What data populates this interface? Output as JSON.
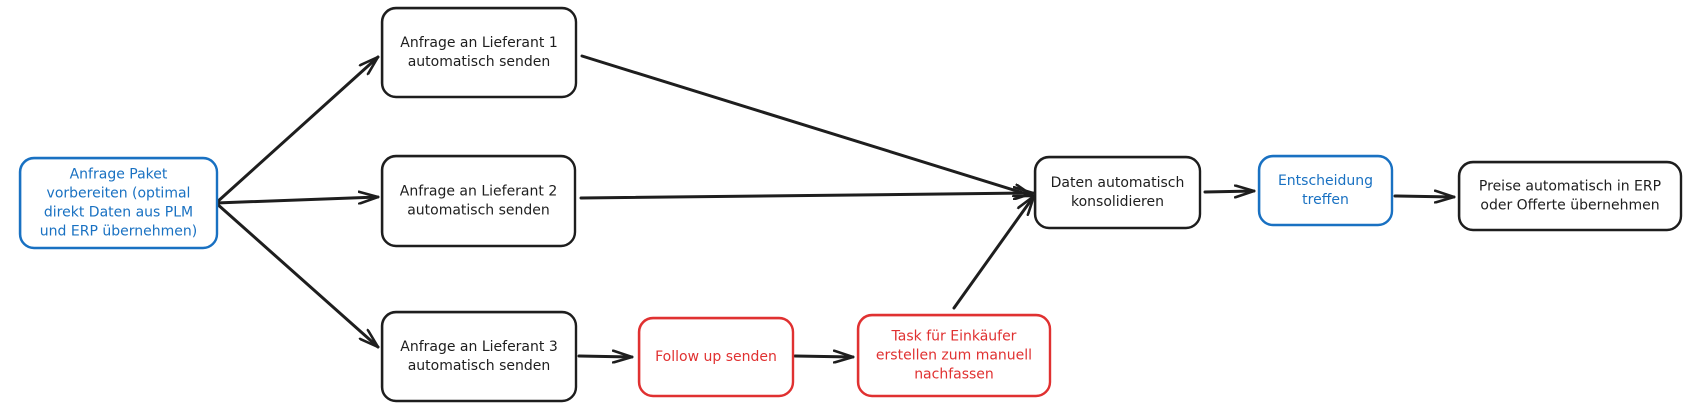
{
  "colors": {
    "default": "#1e1e1e",
    "blue": "#1971c2",
    "red": "#e03131",
    "background": "#ffffff"
  },
  "nodes": [
    {
      "id": "prepare",
      "lines": [
        "Anfrage Paket",
        "vorbereiten (optimal",
        "direkt Daten aus PLM",
        "und ERP übernehmen)"
      ],
      "color": "blue"
    },
    {
      "id": "supplier1",
      "lines": [
        "Anfrage an Lieferant 1",
        "automatisch senden"
      ],
      "color": "default"
    },
    {
      "id": "supplier2",
      "lines": [
        "Anfrage an Lieferant 2",
        "automatisch senden"
      ],
      "color": "default"
    },
    {
      "id": "supplier3",
      "lines": [
        "Anfrage an Lieferant 3",
        "automatisch senden"
      ],
      "color": "default"
    },
    {
      "id": "followup",
      "lines": [
        "Follow up senden"
      ],
      "color": "red"
    },
    {
      "id": "task",
      "lines": [
        "Task für Einkäufer",
        "erstellen zum manuell",
        "nachfassen"
      ],
      "color": "red"
    },
    {
      "id": "consolidate",
      "lines": [
        "Daten automatisch",
        "konsolidieren"
      ],
      "color": "default"
    },
    {
      "id": "decision",
      "lines": [
        "Entscheidung",
        "treffen"
      ],
      "color": "blue"
    },
    {
      "id": "prices",
      "lines": [
        "Preise automatisch in ERP",
        "oder Offerte übernehmen"
      ],
      "color": "default"
    }
  ],
  "edges": [
    {
      "from": "prepare",
      "to": "supplier1"
    },
    {
      "from": "prepare",
      "to": "supplier2"
    },
    {
      "from": "prepare",
      "to": "supplier3"
    },
    {
      "from": "supplier1",
      "to": "consolidate"
    },
    {
      "from": "supplier2",
      "to": "consolidate"
    },
    {
      "from": "supplier3",
      "to": "followup"
    },
    {
      "from": "followup",
      "to": "task"
    },
    {
      "from": "task",
      "to": "consolidate"
    },
    {
      "from": "consolidate",
      "to": "decision"
    },
    {
      "from": "decision",
      "to": "prices"
    }
  ]
}
